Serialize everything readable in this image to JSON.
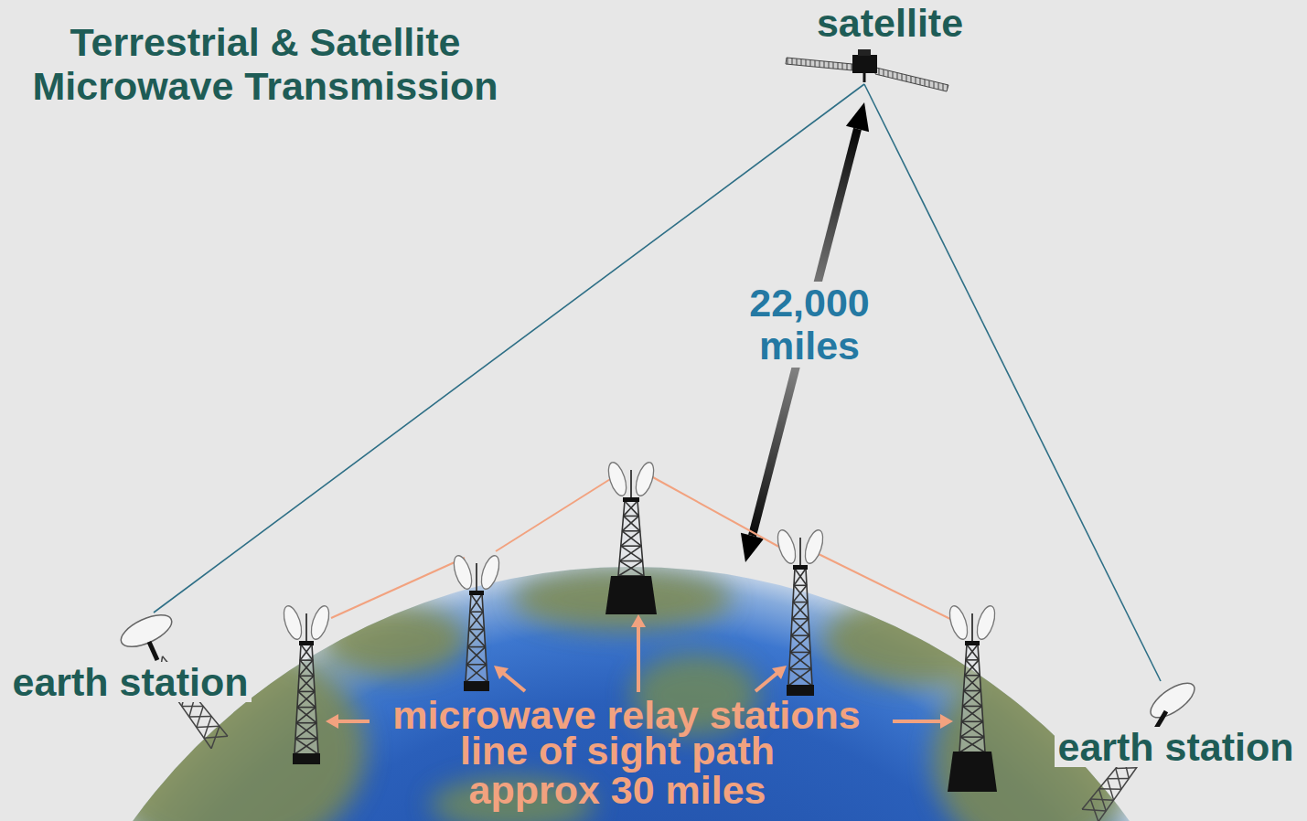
{
  "diagram": {
    "title": "Terrestrial & Satellite Microwave Transmission",
    "nodes": [
      {
        "text": [
          "satellite"
        ]
      },
      {
        "text": [
          "earth station"
        ]
      },
      {
        "text": [
          "earth station"
        ]
      }
    ],
    "edges": [
      {
        "from": 1,
        "to": 0,
        "arrow": "none"
      },
      {
        "from": 0,
        "to": 2,
        "arrow": "none"
      }
    ],
    "labels": [
      "22,000 miles",
      "microwave relay stations",
      "line of sight path approx 30 miles"
    ]
  }
}
